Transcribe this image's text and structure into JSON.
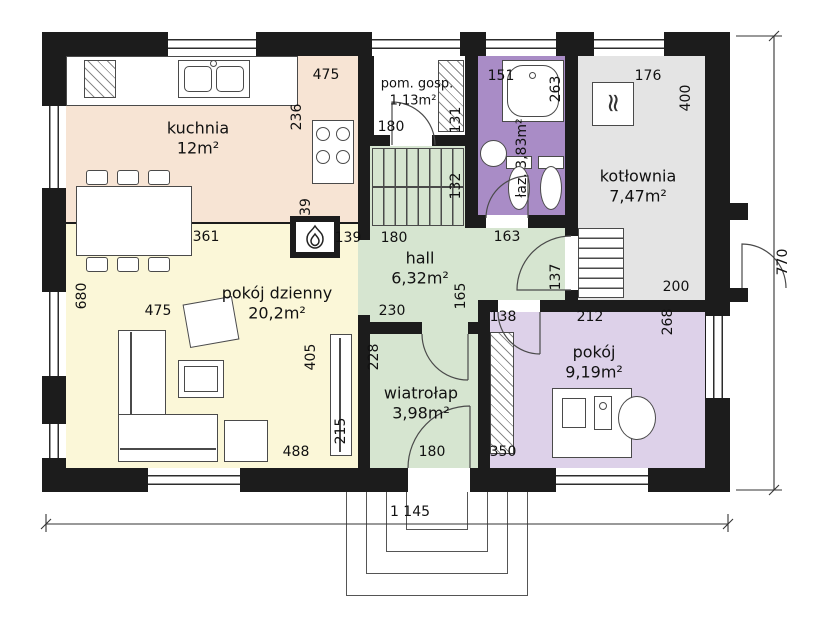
{
  "colors": {
    "wall": "#1c1c1c",
    "kuchnia_fill": "#f7e4d4",
    "pokoj_dzienny_fill": "#fbf7d8",
    "hall_fill": "#d6e5d0",
    "lazienka_fill": "#a98cc6",
    "pokoj_fill": "#ddd1e9",
    "kotlownia_fill": "#e4e4e4",
    "pom_gosp_fill": "#ffffff"
  },
  "rooms": {
    "kuchnia": {
      "name": "kuchnia",
      "area": "12m²"
    },
    "pokoj_dzienny": {
      "name": "pokój dzienny",
      "area": "20,2m²"
    },
    "hall": {
      "name": "hall",
      "area": "6,32m²"
    },
    "wiatrolap": {
      "name": "wiatrołap",
      "area": "3,98m²"
    },
    "pom_gosp": {
      "name": "pom. gosp.",
      "area": "1,13m²"
    },
    "lazienka": {
      "label": "łaz. 3,83m²"
    },
    "kotlownia": {
      "name": "kotłownia",
      "area": "7,47m²"
    },
    "pokoj": {
      "name": "pokój",
      "area": "9,19m²"
    }
  },
  "dimensions": {
    "top_475": "475",
    "kuchnia_236": "236",
    "pomgosp_180": "180",
    "pomgosp_131": "131",
    "laz_151": "151",
    "laz_263": "263",
    "kot_176": "176",
    "kot_400": "400",
    "stairs_132": "132",
    "kuchnia_39": "39",
    "kuchnia_361": "361",
    "fireplace_139": "139",
    "hall_180": "180",
    "hall_163": "163",
    "hall_137": "137",
    "kot_200": "200",
    "left_680": "680",
    "living_475": "475",
    "living_230": "230",
    "hall_165": "165",
    "pokoj_138": "138",
    "pokoj_212": "212",
    "pokoj_268": "268",
    "living_405": "405",
    "wiatrolap_228": "228",
    "tv_215": "215",
    "living_488": "488",
    "wiatrolap_180": "180",
    "pokoj_350": "350",
    "total_width": "1 145",
    "total_height": "770"
  },
  "icons": {
    "heater": "≈"
  }
}
